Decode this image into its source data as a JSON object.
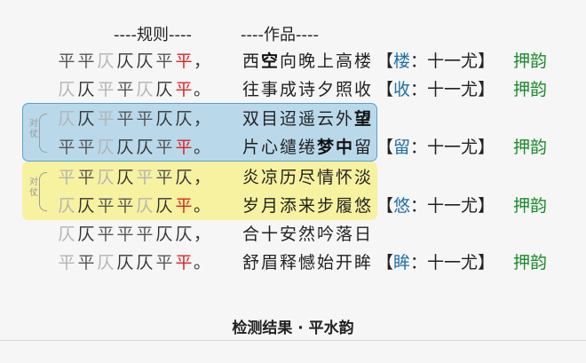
{
  "headers": {
    "rules": "----规则----",
    "works": "----作品----"
  },
  "duizhang_label": "对仗",
  "rows": [
    {
      "rule": [
        [
          "平",
          "p"
        ],
        [
          "平",
          "p"
        ],
        [
          "仄",
          "g"
        ],
        [
          "仄",
          "z"
        ],
        [
          "仄",
          "z"
        ],
        [
          "平",
          "p"
        ],
        [
          "平",
          "r"
        ]
      ],
      "punct": "，",
      "poem": [
        [
          "西",
          ""
        ],
        [
          "空",
          "b"
        ],
        [
          "向",
          ""
        ],
        [
          "晚",
          ""
        ],
        [
          "上",
          ""
        ],
        [
          "高",
          ""
        ],
        [
          "楼",
          ""
        ]
      ],
      "rhyme_char": "楼",
      "rhyme_group": "十一尤",
      "tag": "押韵"
    },
    {
      "rule": [
        [
          "仄",
          "g"
        ],
        [
          "仄",
          "z"
        ],
        [
          "平",
          "g"
        ],
        [
          "平",
          "p"
        ],
        [
          "仄",
          "g"
        ],
        [
          "仄",
          "z"
        ],
        [
          "平",
          "r"
        ]
      ],
      "punct": "。",
      "poem": [
        [
          "往",
          ""
        ],
        [
          "事",
          ""
        ],
        [
          "成",
          ""
        ],
        [
          "诗",
          ""
        ],
        [
          "夕",
          ""
        ],
        [
          "照",
          ""
        ],
        [
          "收",
          ""
        ]
      ],
      "rhyme_char": "收",
      "rhyme_group": "十一尤",
      "tag": "押韵"
    },
    {
      "rule": [
        [
          "仄",
          "g"
        ],
        [
          "仄",
          "z"
        ],
        [
          "平",
          "g"
        ],
        [
          "平",
          "p"
        ],
        [
          "平",
          "p"
        ],
        [
          "仄",
          "z"
        ],
        [
          "仄",
          "z"
        ]
      ],
      "punct": "，",
      "poem": [
        [
          "双",
          ""
        ],
        [
          "目",
          ""
        ],
        [
          "迢",
          ""
        ],
        [
          "遥",
          ""
        ],
        [
          "云",
          ""
        ],
        [
          "外",
          ""
        ],
        [
          "望",
          "b"
        ]
      ],
      "rhyme_char": "",
      "rhyme_group": "",
      "tag": ""
    },
    {
      "rule": [
        [
          "平",
          "p"
        ],
        [
          "平",
          "p"
        ],
        [
          "仄",
          "g"
        ],
        [
          "仄",
          "z"
        ],
        [
          "仄",
          "z"
        ],
        [
          "平",
          "p"
        ],
        [
          "平",
          "r"
        ]
      ],
      "punct": "。",
      "poem": [
        [
          "片",
          ""
        ],
        [
          "心",
          ""
        ],
        [
          "缱",
          ""
        ],
        [
          "绻",
          ""
        ],
        [
          "梦",
          "b"
        ],
        [
          "中",
          "b"
        ],
        [
          "留",
          ""
        ]
      ],
      "rhyme_char": "留",
      "rhyme_group": "十一尤",
      "tag": "押韵"
    },
    {
      "rule": [
        [
          "平",
          "g"
        ],
        [
          "平",
          "p"
        ],
        [
          "仄",
          "g"
        ],
        [
          "仄",
          "z"
        ],
        [
          "平",
          "g"
        ],
        [
          "平",
          "p"
        ],
        [
          "仄",
          "z"
        ]
      ],
      "punct": "，",
      "poem": [
        [
          "炎",
          ""
        ],
        [
          "凉",
          ""
        ],
        [
          "历",
          ""
        ],
        [
          "尽",
          ""
        ],
        [
          "情",
          ""
        ],
        [
          "怀",
          ""
        ],
        [
          "淡",
          ""
        ]
      ],
      "rhyme_char": "",
      "rhyme_group": "",
      "tag": ""
    },
    {
      "rule": [
        [
          "仄",
          "g"
        ],
        [
          "仄",
          "z"
        ],
        [
          "平",
          "p"
        ],
        [
          "平",
          "p"
        ],
        [
          "仄",
          "g"
        ],
        [
          "仄",
          "z"
        ],
        [
          "平",
          "r"
        ]
      ],
      "punct": "。",
      "poem": [
        [
          "岁",
          ""
        ],
        [
          "月",
          ""
        ],
        [
          "添",
          ""
        ],
        [
          "来",
          ""
        ],
        [
          "步",
          ""
        ],
        [
          "履",
          ""
        ],
        [
          "悠",
          ""
        ]
      ],
      "rhyme_char": "悠",
      "rhyme_group": "十一尤",
      "tag": "押韵"
    },
    {
      "rule": [
        [
          "仄",
          "g"
        ],
        [
          "仄",
          "z"
        ],
        [
          "平",
          "p"
        ],
        [
          "平",
          "p"
        ],
        [
          "平",
          "p"
        ],
        [
          "仄",
          "z"
        ],
        [
          "仄",
          "z"
        ]
      ],
      "punct": "，",
      "poem": [
        [
          "合",
          ""
        ],
        [
          "十",
          ""
        ],
        [
          "安",
          ""
        ],
        [
          "然",
          ""
        ],
        [
          "吟",
          ""
        ],
        [
          "落",
          ""
        ],
        [
          "日",
          ""
        ]
      ],
      "rhyme_char": "",
      "rhyme_group": "",
      "tag": ""
    },
    {
      "rule": [
        [
          "平",
          "g"
        ],
        [
          "平",
          "p"
        ],
        [
          "仄",
          "g"
        ],
        [
          "仄",
          "z"
        ],
        [
          "仄",
          "z"
        ],
        [
          "平",
          "p"
        ],
        [
          "平",
          "r"
        ]
      ],
      "punct": "。",
      "poem": [
        [
          "舒",
          ""
        ],
        [
          "眉",
          ""
        ],
        [
          "释",
          ""
        ],
        [
          "憾",
          ""
        ],
        [
          "始",
          ""
        ],
        [
          "开",
          ""
        ],
        [
          "眸",
          ""
        ]
      ],
      "rhyme_char": "眸",
      "rhyme_group": "十一尤",
      "tag": "押韵"
    }
  ],
  "footer": {
    "title": "检测结果 · 平水韵"
  },
  "colors": {
    "rhyme_red": "#e02020",
    "tag_green": "#1c8a2c",
    "rhyme_blue": "#1f6fa8",
    "box_blue": "#b9d9ea",
    "box_yellow": "#f7f2a0"
  }
}
